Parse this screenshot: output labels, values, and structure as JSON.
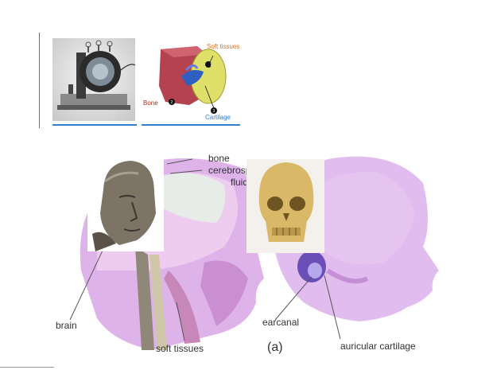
{
  "ear_model": {
    "label_soft": "Soft tissues",
    "label_bone": "Bone",
    "label_cartilage": "Cartilage",
    "marker_1": "1",
    "marker_2": "2",
    "marker_3": "3"
  },
  "head_model": {
    "label_bone": "bone",
    "label_csf": "cerebrospinal",
    "label_fluid": "fluid",
    "label_brain": "brain",
    "label_soft": "soft tissues",
    "label_earcanal": "earcanal",
    "label_auricular": "auricular cartilage",
    "panel_label": "(a)"
  },
  "colors": {
    "accent_blue": "#2f7fcf",
    "head_pink": "#d9a2e6",
    "skull_gold": "#d9b868"
  }
}
